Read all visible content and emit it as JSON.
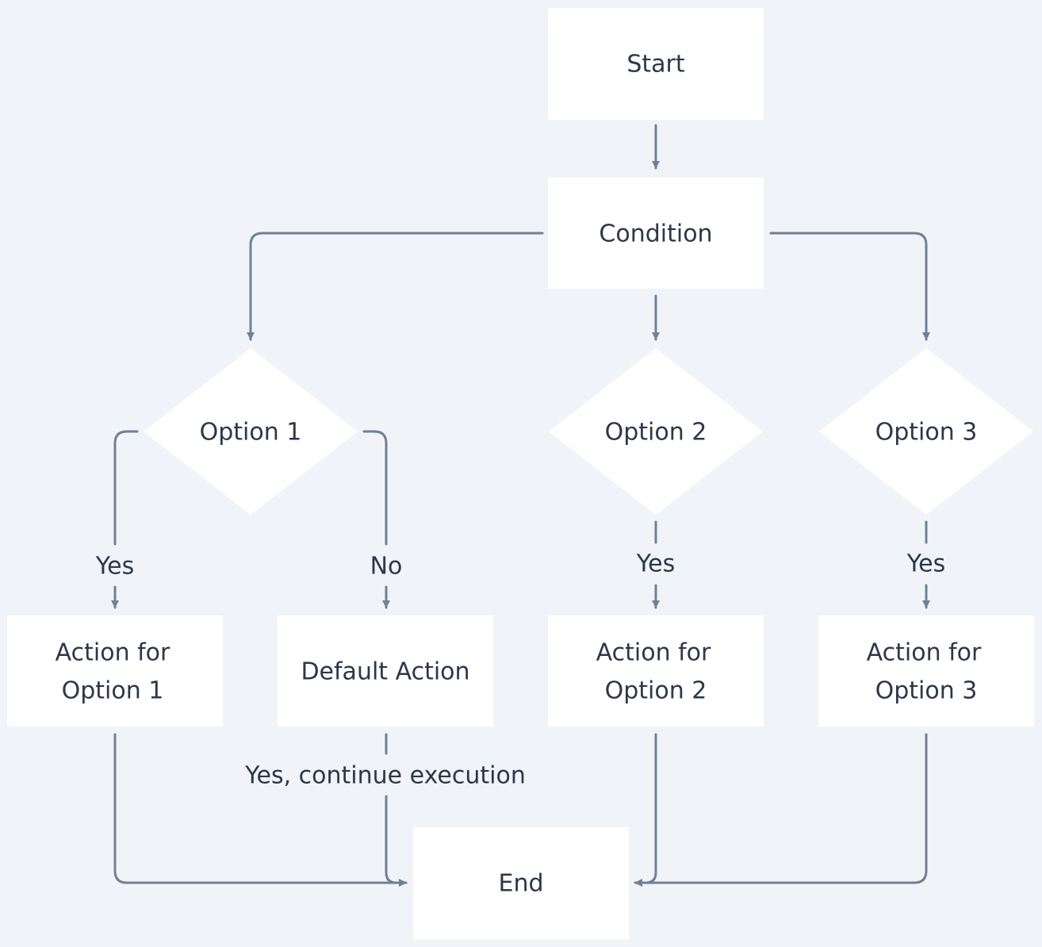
{
  "nodes": {
    "start": {
      "label": "Start"
    },
    "condition": {
      "label": "Condition"
    },
    "option1": {
      "label": "Option 1"
    },
    "option2": {
      "label": "Option 2"
    },
    "option3": {
      "label": "Option 3"
    },
    "action1": {
      "line1": "Action for",
      "line2": "Option 1"
    },
    "default_action": {
      "label": "Default Action"
    },
    "action2": {
      "line1": "Action for",
      "line2": "Option 2"
    },
    "action3": {
      "line1": "Action for",
      "line2": "Option 3"
    },
    "end": {
      "label": "End"
    }
  },
  "edge_labels": {
    "option1_yes": "Yes",
    "option1_no": "No",
    "option2_yes": "Yes",
    "option3_yes": "Yes",
    "default_continue": "Yes, continue execution"
  },
  "colors": {
    "background": "#f0f4f8",
    "node_fill": "#ffffff",
    "line": "#718096",
    "text": "#2d3748"
  }
}
